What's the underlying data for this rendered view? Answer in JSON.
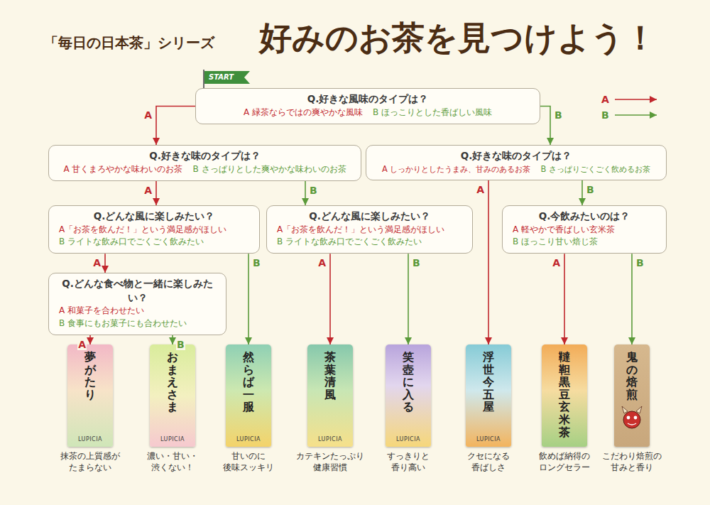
{
  "diagram": {
    "title": "好みのお茶を見つけよう！",
    "nodes": [
      {
        "text": [
          "Q.好きな風味のタイプは？",
          "A 緑茶ならではの爽やかな風味",
          "B ほっこりとした香ばしい風味"
        ]
      },
      {
        "text": [
          "Q.好きな味のタイプは？",
          "A 甘くまろやかな味わいのお茶",
          "B さっぱりとした爽やかな味わいのお茶"
        ]
      },
      {
        "text": [
          "Q.好きな味のタイプは？",
          "A しっかりとしたうまみ、甘みのあるお茶",
          "B さっぱりごくごく飲めるお茶"
        ]
      },
      {
        "text": [
          "Q.どんな風に楽しみたい？",
          "A「お茶を飲んだ！」という満足感がほしい",
          "B ライトな飲み口でごくごく飲みたい"
        ]
      },
      {
        "text": [
          "Q.どんな風に楽しみたい？",
          "A「お茶を飲んだ！」という満足感がほしい",
          "B ライトな飲み口でごくごく飲みたい"
        ]
      },
      {
        "text": [
          "Q.今飲みたいのは？",
          "A 軽やかで香ばしい玄米茶",
          "B ほっこり甘い焙じ茶"
        ]
      },
      {
        "text": [
          "Q.どんな食べ物と一緒に楽しみたい？",
          "A 和菓子を合わせたい",
          "B 食事にもお菓子にも合わせたい"
        ]
      },
      {
        "text": [
          "夢がたり",
          "LUPICIA",
          "抹茶の上質感が たまらない"
        ]
      },
      {
        "text": [
          "おまえさま",
          "LUPICIA",
          "濃い・甘い・ 渋くない！"
        ]
      },
      {
        "text": [
          "然らば一服",
          "LUPICIA",
          "甘いのに 後味スッキリ"
        ]
      },
      {
        "text": [
          "茶葉清風",
          "LUPICIA",
          "カテキンたっぷり 健康習慣"
        ]
      },
      {
        "text": [
          "笑壺に入る",
          "LUPICIA",
          "すっきりと 香り高い"
        ]
      },
      {
        "text": [
          "浮世今五屋",
          "LUPICIA",
          "クセになる 香ばしさ"
        ]
      },
      {
        "text": [
          "韃靼黒豆玄米茶",
          "飲めば納得の ロングセラー"
        ]
      },
      {
        "text": [
          "鬼の焙煎",
          "こだわり焙煎の 甘みと香り"
        ]
      }
    ],
    "edges": [
      {
        "from": 0,
        "to": 1,
        "arrow": "to",
        "label": "A"
      },
      {
        "from": 0,
        "to": 2,
        "arrow": "to",
        "label": "B"
      },
      {
        "from": 1,
        "to": 3,
        "arrow": "to",
        "label": "A"
      },
      {
        "from": 1,
        "to": 4,
        "arrow": "to",
        "label": "B"
      },
      {
        "from": 2,
        "to": 12,
        "arrow": "to",
        "label": "A"
      },
      {
        "from": 2,
        "to": 5,
        "arrow": "to",
        "label": "B"
      },
      {
        "from": 3,
        "to": 6,
        "arrow": "to",
        "label": "A"
      },
      {
        "from": 3,
        "to": 9,
        "arrow": "to",
        "label": "B"
      },
      {
        "from": 4,
        "to": 10,
        "arrow": "to",
        "label": "A"
      },
      {
        "from": 4,
        "to": 11,
        "arrow": "to",
        "label": "B"
      },
      {
        "from": 5,
        "to": 13,
        "arrow": "to",
        "label": "A"
      },
      {
        "from": 5,
        "to": 14,
        "arrow": "to",
        "label": "B"
      },
      {
        "from": 6,
        "to": 7,
        "arrow": "to",
        "label": "A"
      },
      {
        "from": 6,
        "to": 8,
        "arrow": "to",
        "label": "B"
      }
    ],
    "labels": [
      "「毎日の日本茶」シリーズ",
      "START"
    ],
    "legend": [
      {
        "text": "A"
      },
      {
        "text": "B"
      }
    ]
  }
}
